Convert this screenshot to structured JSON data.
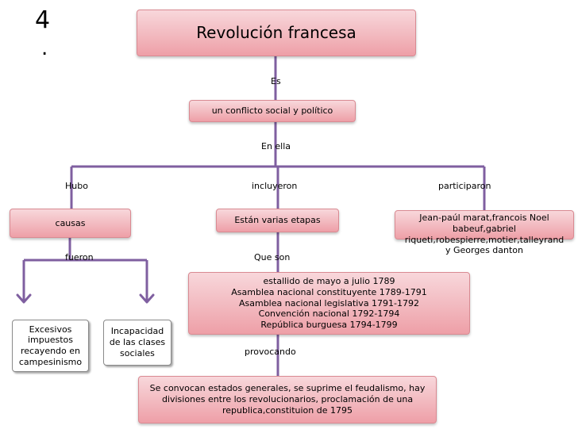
{
  "slide": {
    "number": "4",
    "dot": "."
  },
  "title": "Revolución francesa",
  "labels": {
    "es": "Es",
    "en_ella": "En ella",
    "hubo": "Hubo",
    "incluyeron": "incluyeron",
    "participaron": "participaron",
    "fueron": "fueron",
    "que_son": "Que son",
    "provocando": "provocando"
  },
  "boxes": {
    "conflicto": "un conflicto social y  político",
    "causas": "causas",
    "etapas": "Están varias etapas",
    "participantes": [
      "Jean-paúl marat,francois Noel",
      "babeuf,gabriel",
      "riqueti,robespierre,motier,talleyrand",
      "y Georges danton"
    ],
    "stages": [
      "estallido de mayo a julio  1789",
      "Asamblea nacional constituyente    1789-1791",
      "Asamblea nacional legislativa 1791-1792",
      "Convención nacional 1792-1794",
      "República burguesa 1794-1799"
    ],
    "excesivos": [
      "Excesivos",
      "impuestos",
      "recayendo en",
      "campesinismo"
    ],
    "incapacidad": [
      "Incapacidad",
      "de las clases",
      "sociales"
    ],
    "consecuencias": [
      "Se convocan estados generales, se suprime el feudalismo, hay",
      "divisiones entre los revolucionarios, proclamación de una",
      "republica,constituion de 1795"
    ]
  },
  "colors": {
    "box_fill": "#f2b9bf",
    "box_border": "#d98a92",
    "connector": "#7f5fa0",
    "gray_border": "#8a8a8a"
  }
}
